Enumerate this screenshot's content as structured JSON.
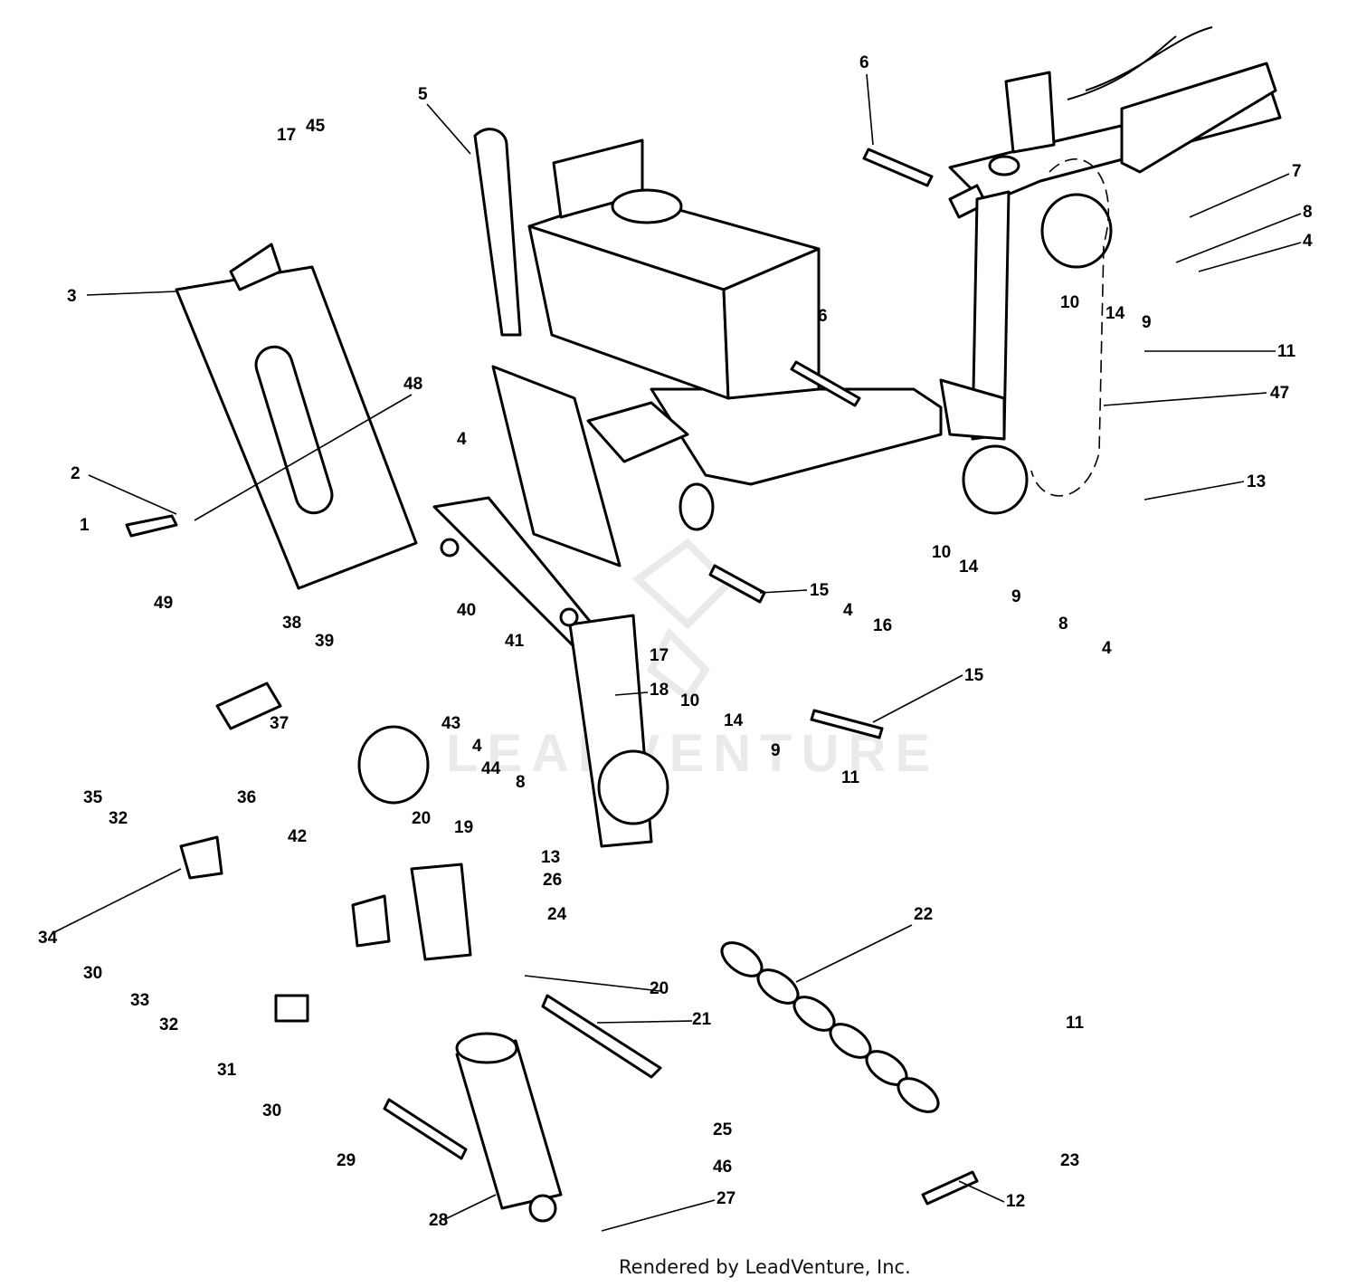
{
  "diagram": {
    "watermark": "LEADVENTURE",
    "credit": "Rendered by LeadVenture, Inc.",
    "callouts": [
      "6",
      "7",
      "8",
      "4",
      "10",
      "14",
      "9",
      "11",
      "47",
      "13",
      "4",
      "8",
      "9",
      "14",
      "10",
      "15",
      "16",
      "4",
      "15",
      "5",
      "17",
      "45",
      "3",
      "48",
      "4",
      "2",
      "1",
      "49",
      "38",
      "39",
      "40",
      "41",
      "17",
      "18",
      "10",
      "14",
      "9",
      "43",
      "44",
      "4",
      "8",
      "13",
      "11",
      "37",
      "35",
      "32",
      "36",
      "42",
      "20",
      "19",
      "26",
      "24",
      "34",
      "30",
      "33",
      "32",
      "31",
      "30",
      "29",
      "28",
      "20",
      "21",
      "25",
      "46",
      "27",
      "22",
      "11",
      "23",
      "12",
      "6"
    ]
  }
}
